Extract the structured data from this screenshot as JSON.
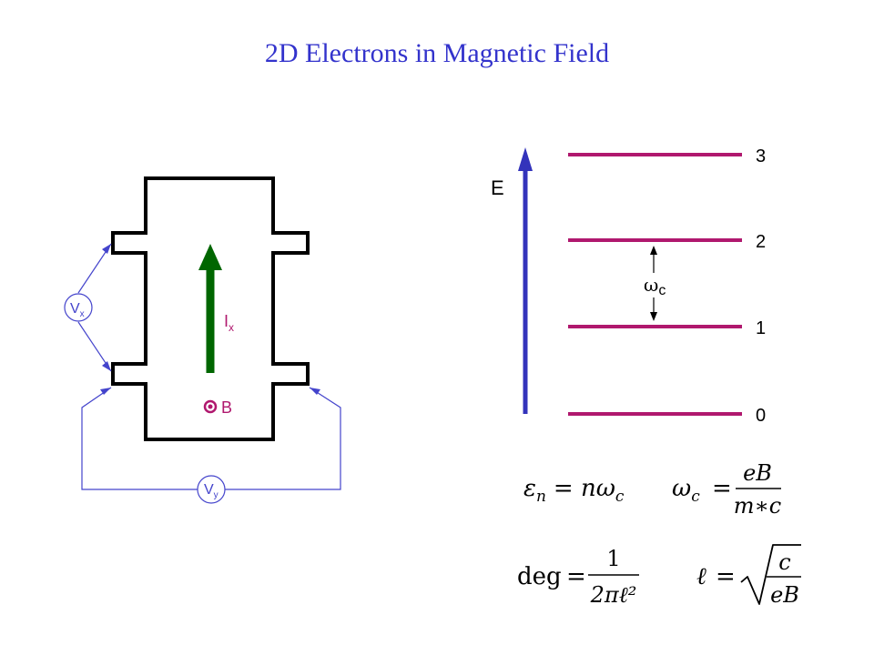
{
  "title": "2D Electrons in Magnetic Field",
  "colors": {
    "title": "#3333cc",
    "sample_outline": "#000000",
    "current_arrow": "#006600",
    "probe_wire": "#4444cc",
    "field_marker": "#b0186e",
    "energy_axis": "#3333bb",
    "landau_level": "#b0186e",
    "text": "#000000"
  },
  "hall_bar": {
    "current_label": "I",
    "current_subscript": "x",
    "field_label": "B",
    "field_symbol": "dot-in-circle-icon",
    "vx_label": "V",
    "vx_subscript": "x",
    "vy_label": "V",
    "vy_subscript": "y"
  },
  "energy_diagram": {
    "axis_label": "E",
    "levels": [
      {
        "n": "3"
      },
      {
        "n": "2"
      },
      {
        "n": "1"
      },
      {
        "n": "0"
      }
    ],
    "spacing_label": "ω",
    "spacing_subscript": "c"
  },
  "equations": {
    "energy": {
      "lhs": "ε",
      "lhs_sub": "n",
      "rhs": "= nω",
      "rhs_sub": "c"
    },
    "cyclotron": {
      "lhs": "ω",
      "lhs_sub": "c",
      "equals": "=",
      "numerator": "eB",
      "denominator": "m∗c"
    },
    "degeneracy": {
      "lhs": "deg",
      "equals": "=",
      "numerator": "1",
      "denominator": "2πℓ²"
    },
    "magnetic_length": {
      "lhs": "ℓ",
      "equals": "=",
      "numerator": "c",
      "denominator": "eB"
    }
  }
}
